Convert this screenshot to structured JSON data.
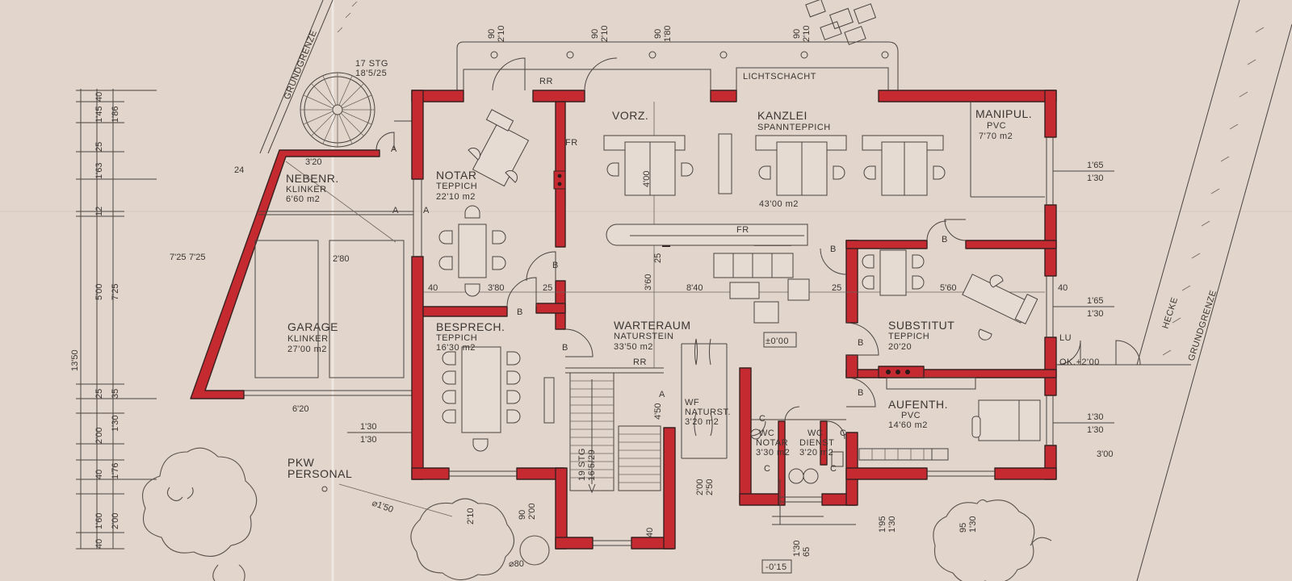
{
  "rooms": {
    "vorz": {
      "name": "VORZ."
    },
    "kanzlei": {
      "name": "KANZLEI",
      "floor": "SPANNTEPPICH",
      "area": "43'00 m2"
    },
    "manipul": {
      "name": "MANIPUL.",
      "floor": "PVC",
      "area": "7'70 m2"
    },
    "notar": {
      "name": "NOTAR",
      "floor": "TEPPICH",
      "area": "22'10 m2"
    },
    "nebenr": {
      "name": "NEBENR.",
      "floor": "KLINKER",
      "area": "6'60 m2"
    },
    "garage": {
      "name": "GARAGE",
      "floor": "KLINKER",
      "area": "27'00 m2"
    },
    "besprech": {
      "name": "BESPRECH.",
      "floor": "TEPPICH",
      "area": "16'30 m2"
    },
    "warteraum": {
      "name": "WARTERAUM",
      "floor": "NATURSTEIN",
      "area": "33'50 m2"
    },
    "wf": {
      "name": "WF",
      "floor": "NATURST.",
      "area": "3'20 m2"
    },
    "wc_notar": {
      "name": "WC",
      "sub": "NOTAR",
      "area": "3'30 m2"
    },
    "wc_dienst": {
      "name": "WC",
      "sub": "DIENST",
      "area": "3'20 m2"
    },
    "substitut": {
      "name": "SUBSTITUT",
      "floor": "TEPPICH",
      "area": "20'20"
    },
    "aufenth": {
      "name": "AUFENTH.",
      "floor": "PVC",
      "area": "14'60 m2"
    },
    "pkw": {
      "line1": "PKW",
      "line2": "PERSONAL"
    }
  },
  "labels": {
    "lichtschacht": "LICHTSCHACHT",
    "grundgrenze_left": "GRUNDGRENZE",
    "grundgrenze_right": "GRUNDGRENZE",
    "hecke": "HECKE",
    "spiral_stair_line1": "17 STG",
    "spiral_stair_line2": "18'5/25",
    "main_stair_line1": "19 STG",
    "main_stair_line2": "16'5/29",
    "level": "±0'00",
    "level_entry": "OK.+2'00",
    "level_low": "-0'15",
    "fr": "FR",
    "rr": "RR",
    "lu": "LU",
    "door_b": "B",
    "door_a": "A",
    "door_c": "C"
  },
  "dims": {
    "left_col_a": [
      "40",
      "1'45",
      "1'86",
      "25",
      "1'63",
      "12",
      "5'00",
      "7'25",
      "35",
      "25",
      "2'00",
      "1'30",
      "40",
      "1'76",
      "1'60",
      "2'00",
      "40"
    ],
    "total_height": "13'50",
    "interior": [
      "40",
      "3'80",
      "25",
      "8'40",
      "25",
      "5'60",
      "40"
    ],
    "kanzlei_depth": "4'00",
    "mid_vertical": "3'60",
    "mid_vertical_b": "25",
    "window_right_top": [
      "1'65",
      "1'30"
    ],
    "window_right_mid": [
      "1'65",
      "1'30"
    ],
    "window_right_low": [
      "1'30",
      "1'30"
    ],
    "besprech_window": [
      "1'30",
      "1'30"
    ],
    "top_windows": [
      "90",
      "2'10",
      "90",
      "2'10",
      "90",
      "1'80",
      "90",
      "2'10"
    ],
    "garage_depth": "7'25",
    "garage_width": "6'20",
    "bottom_a": [
      "90",
      "2'00"
    ],
    "bottom_b": [
      "1'30",
      "65"
    ],
    "bottom_c": [
      "1'95",
      "1'30"
    ],
    "bottom_d": [
      "95",
      "1'30"
    ],
    "wf_dims": [
      "4'50",
      "2'00",
      "2'50"
    ],
    "stair_dims": [
      "40"
    ],
    "tree_dims": [
      "⌀1'50",
      "⌀80"
    ],
    "angle_dims": [
      "24",
      "7'25",
      "3'00"
    ],
    "small_dims": [
      "3'20",
      "2'80",
      "2'10"
    ]
  }
}
